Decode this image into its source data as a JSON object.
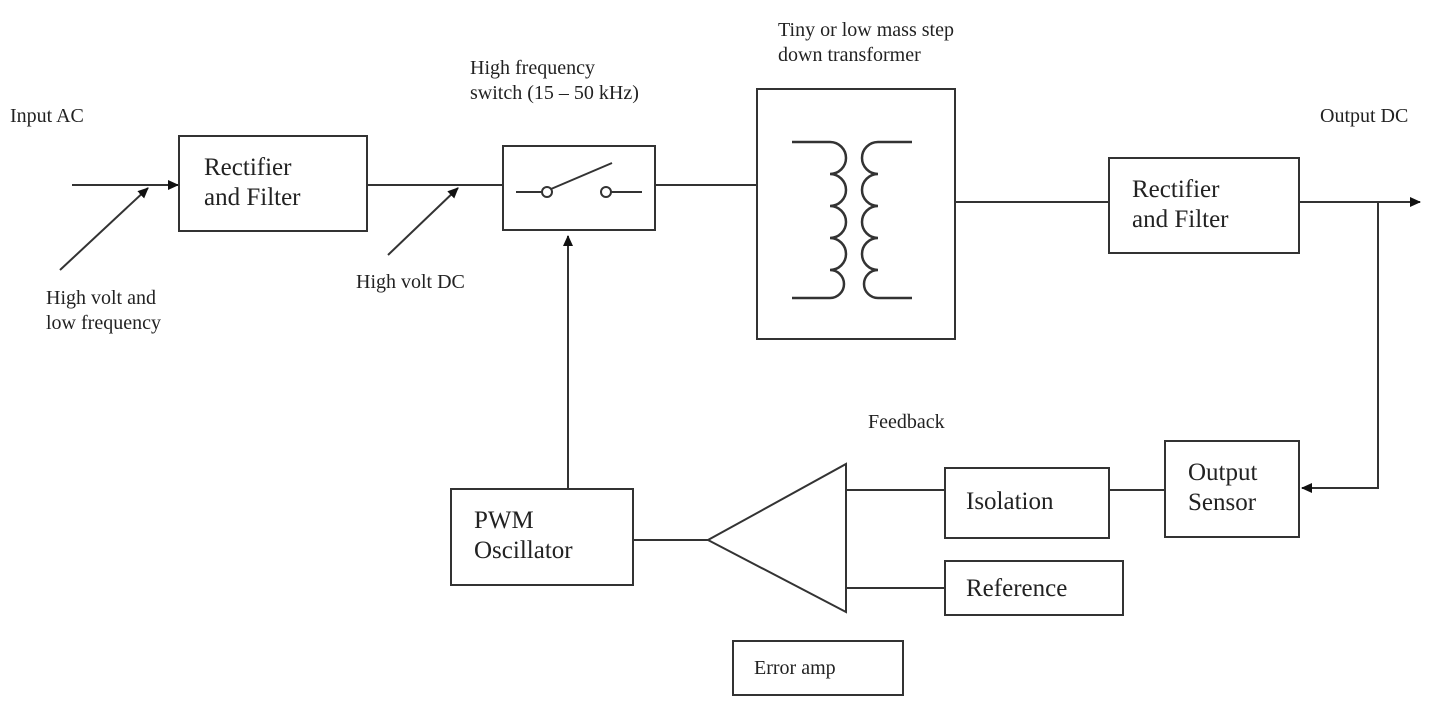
{
  "diagram": {
    "labels": {
      "input_ac": "Input AC",
      "high_volt_low_freq": "High volt and\nlow frequency",
      "high_volt_dc": "High volt DC",
      "hf_switch": "High frequency\nswitch (15 – 50 kHz)",
      "transformer": "Tiny or low mass step\ndown transformer",
      "output_dc": "Output DC",
      "feedback": "Feedback"
    },
    "blocks": {
      "rectifier_in": "Rectifier\nand Filter",
      "rectifier_out": "Rectifier\nand Filter",
      "pwm": "PWM\nOscillator",
      "isolation": "Isolation",
      "output_sensor": "Output\nSensor",
      "reference": "Reference",
      "error_amp": "Error amp"
    },
    "icons": {
      "switch": "switch-icon",
      "transformer": "transformer-coil-icon",
      "amplifier": "triangle-amplifier-icon"
    }
  }
}
